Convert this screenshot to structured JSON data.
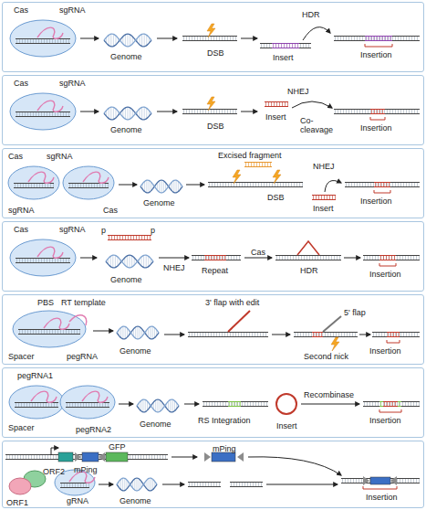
{
  "diagram": {
    "nodes": [
      {
        "text": [
          "Cas",
          "sgRNA",
          "Genome",
          "DSB",
          "HDR",
          "Insert",
          "Insertion"
        ]
      },
      {
        "text": [
          "Cas",
          "sgRNA",
          "Genome",
          "DSB",
          "Insert",
          "NHEJ",
          "Co- cleavage",
          "Insertion"
        ]
      },
      {
        "text": [
          "Cas",
          "sgRNA",
          "sgRNA",
          "Cas",
          "Genome",
          "Excised fragment",
          "DSB",
          "NHEJ",
          "Insert",
          "Insertion"
        ]
      },
      {
        "text": [
          "Cas",
          "sgRNA",
          "p",
          "p",
          "Genome",
          "NHEJ",
          "Repeat",
          "Cas",
          "HDR",
          "Insertion"
        ]
      },
      {
        "text": [
          "PBS",
          "RT template",
          "Spacer",
          "pegRNA",
          "Genome",
          "3' flap with edit",
          "5' flap",
          "Second nick",
          "Insertion"
        ]
      },
      {
        "text": [
          "pegRNA1",
          "Spacer",
          "pegRNA2",
          "Genome",
          "RS Integration",
          "Recombinase",
          "Insert",
          "Insertion"
        ]
      },
      {
        "text": [
          "GFP",
          "mPing",
          "mPing",
          "ORF1",
          "ORF2",
          "gRNA",
          "Genome",
          "Insertion"
        ]
      }
    ]
  }
}
